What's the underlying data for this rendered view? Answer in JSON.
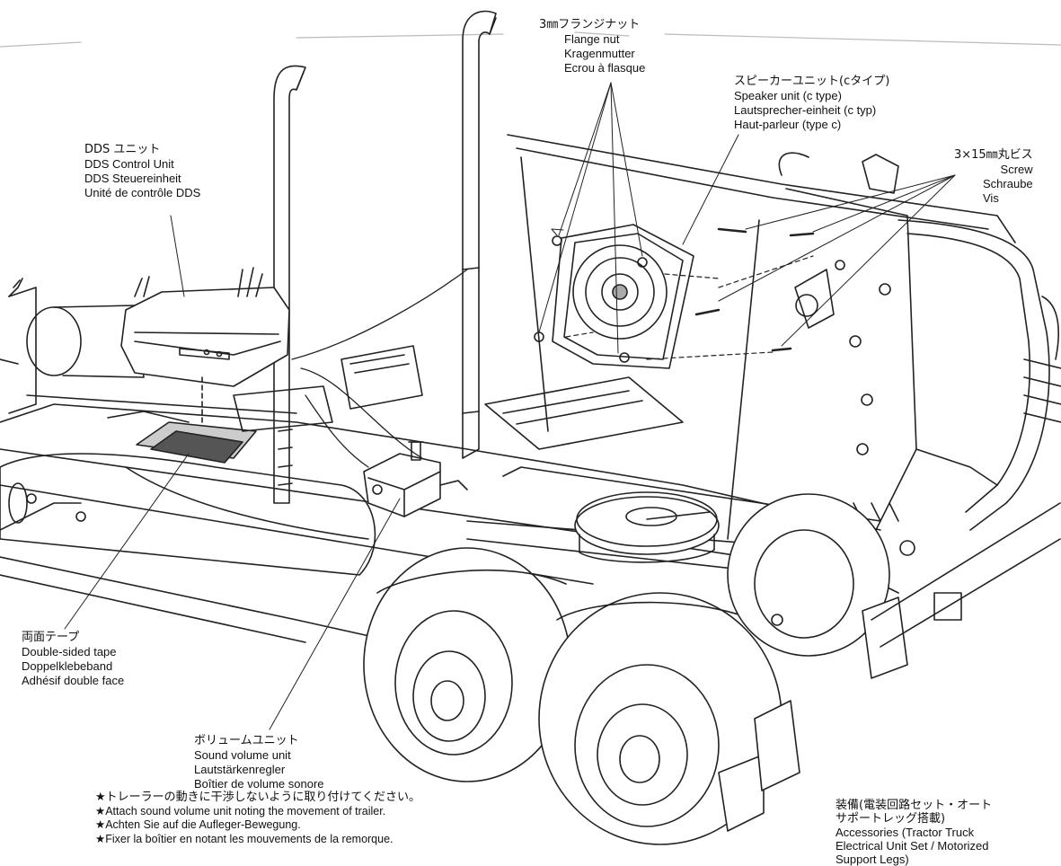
{
  "labels": {
    "flange_nut": {
      "jp": "3㎜フランジナット",
      "en": "Flange nut",
      "de": "Kragenmutter",
      "fr": "Ecrou à flasque"
    },
    "speaker": {
      "jp": "スピーカーユニット(cタイプ)",
      "en": "Speaker unit (c type)",
      "de": "Lautsprecher-einheit (c typ)",
      "fr": "Haut-parleur (type c)"
    },
    "dds": {
      "jp": "DDS ユニット",
      "en": "DDS Control Unit",
      "de": "DDS Steuereinheit",
      "fr": "Unité de contrôle DDS"
    },
    "screw": {
      "jp": "3×15㎜丸ビス",
      "en": "Screw",
      "de": "Schraube",
      "fr": "Vis"
    },
    "tape": {
      "jp": "両面テープ",
      "en": "Double-sided tape",
      "de": "Doppelklebeband",
      "fr": "Adhésif double face"
    },
    "volume": {
      "jp": "ボリュームユニット",
      "en": "Sound volume unit",
      "de": "Lautstärkenregler",
      "fr": "Boîtier de volume sonore"
    }
  },
  "notes": [
    "★トレーラーの動きに干渉しないように取り付けてください。",
    "★Attach sound volume unit noting the movement of trailer.",
    "★Achten Sie auf die Aufleger-Bewegung.",
    "★Fixer la boîtier en notant les mouvements de la remorque."
  ],
  "accessories": {
    "jp_line1": "装備(電装回路セット・オート",
    "jp_line2": "サポートレッグ搭載)",
    "en_line1": "Accessories (Tractor Truck",
    "en_line2": "Electrical Unit Set / Motorized",
    "en_line3": "Support Legs)"
  }
}
